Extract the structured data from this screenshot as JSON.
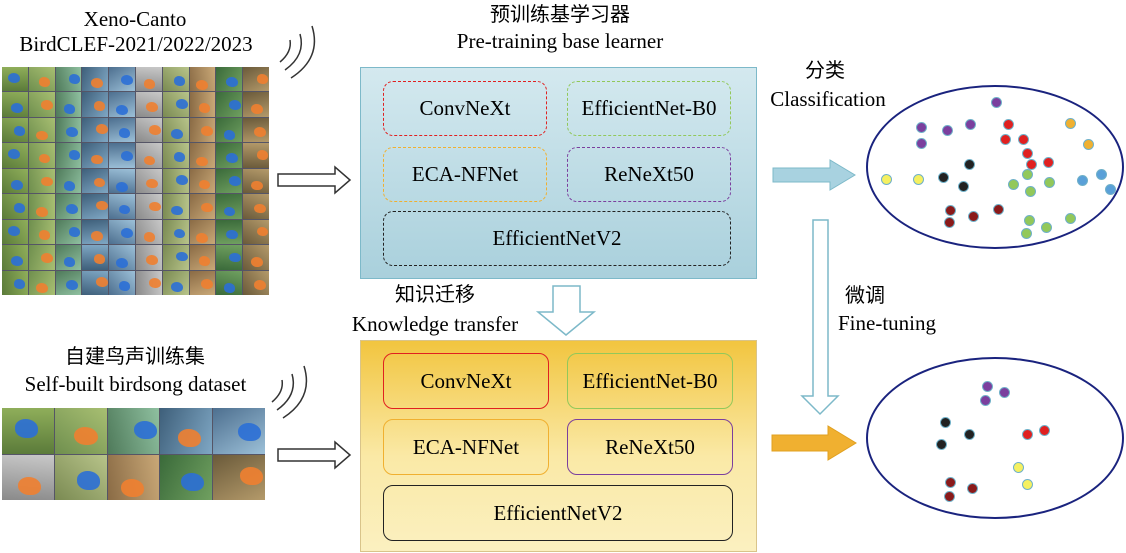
{
  "source_top": {
    "line1": "Xeno-Canto",
    "line2": "BirdCLEF-2021/2022/2023"
  },
  "source_bottom": {
    "zh": "自建鸟声训练集",
    "en": "Self-built birdsong dataset"
  },
  "pretrain": {
    "zh": "预训练基学习器",
    "en": "Pre-training base learner"
  },
  "transfer": {
    "zh": "知识迁移",
    "en": "Knowledge transfer"
  },
  "classification": {
    "zh": "分类",
    "en": "Classification"
  },
  "finetune": {
    "zh": "微调",
    "en": "Fine-tuning"
  },
  "models": [
    "ConvNeXt",
    "EfficientNet-B0",
    "ECA-NFNet",
    "ReNeXt50",
    "EfficientNetV2"
  ],
  "colors": {
    "convnext": "#e02020",
    "efficientnet_b0": "#92c85a",
    "eca_nfnet": "#f0b030",
    "renext50": "#7b3f9e",
    "efficientnetv2": "#222222",
    "pretrain_panel": "#b5d8e3",
    "finetune_panel": "#f5d670",
    "ellipse_border": "#1a237e",
    "arrow_blue": "#a8d2e0",
    "arrow_orange": "#f0b030"
  }
}
